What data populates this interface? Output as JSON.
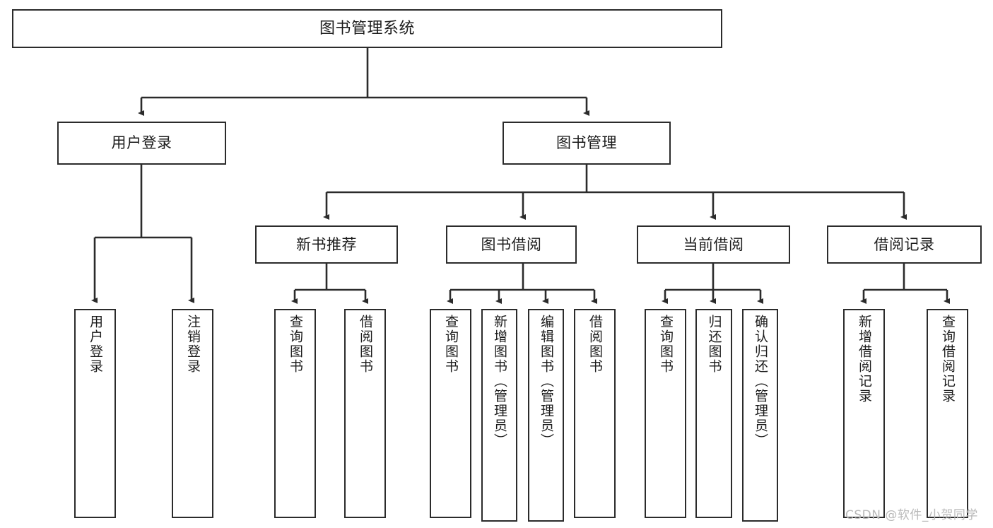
{
  "diagram": {
    "title": "图书管理系统",
    "type": "hierarchy-tree",
    "levels": 4,
    "colors": {
      "stroke": "#2b2b2b",
      "fill": "#ffffff",
      "text": "#1c1c1c",
      "watermark": "#b9b9b9"
    },
    "nodes": {
      "root": {
        "label": "图书管理系统",
        "orientation": "horizontal"
      },
      "level2": [
        {
          "label": "用户登录",
          "orientation": "horizontal"
        },
        {
          "label": "图书管理",
          "orientation": "horizontal"
        }
      ],
      "level3": [
        {
          "label": "新书推荐",
          "orientation": "horizontal"
        },
        {
          "label": "图书借阅",
          "orientation": "horizontal"
        },
        {
          "label": "当前借阅",
          "orientation": "horizontal"
        },
        {
          "label": "借阅记录",
          "orientation": "horizontal"
        }
      ],
      "leaves": {
        "user_login": [
          {
            "label": "用户登录",
            "orientation": "vertical"
          },
          {
            "label": "注销登录",
            "orientation": "vertical"
          }
        ],
        "new_book_recommend": [
          {
            "label": "查询图书",
            "orientation": "vertical"
          },
          {
            "label": "借阅图书",
            "orientation": "vertical"
          }
        ],
        "book_borrow": [
          {
            "label": "查询图书",
            "orientation": "vertical"
          },
          {
            "label": "新增图书（管理员）",
            "orientation": "vertical"
          },
          {
            "label": "编辑图书（管理员）",
            "orientation": "vertical"
          },
          {
            "label": "借阅图书",
            "orientation": "vertical"
          }
        ],
        "current_borrow": [
          {
            "label": "查询图书",
            "orientation": "vertical"
          },
          {
            "label": "归还图书",
            "orientation": "vertical"
          },
          {
            "label": "确认归还（管理员）",
            "orientation": "vertical"
          }
        ],
        "borrow_record": [
          {
            "label": "新增借阅记录",
            "orientation": "vertical"
          },
          {
            "label": "查询借阅记录",
            "orientation": "vertical"
          }
        ]
      }
    },
    "watermark": "CSDN @软件_小贺同学"
  }
}
